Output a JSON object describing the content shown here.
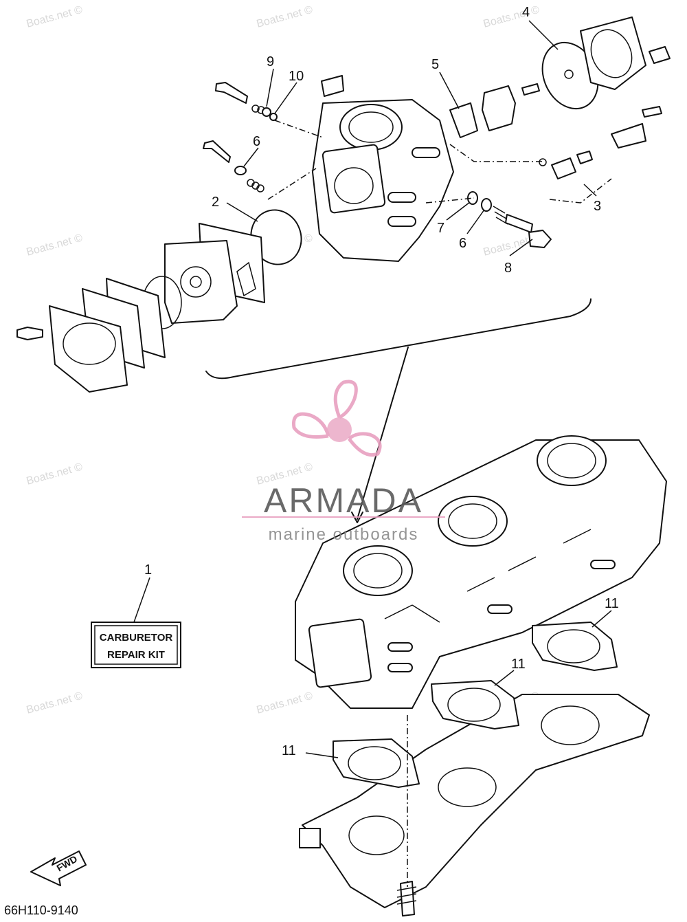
{
  "callouts": {
    "c1": "1",
    "c2": "2",
    "c3": "3",
    "c4": "4",
    "c5": "5",
    "c6a": "6",
    "c6b": "6",
    "c7": "7",
    "c8": "8",
    "c9": "9",
    "c10": "10",
    "c11a": "11",
    "c11b": "11",
    "c11c": "11"
  },
  "repair_kit": {
    "line1": "CARBURETOR",
    "line2": "REPAIR KIT"
  },
  "logo": {
    "name": "ARMADA",
    "tagline": "marine outboards"
  },
  "watermark": "Boats.net ©",
  "fwd_label": "FWD",
  "diagram_code": "66H110-9140",
  "colors": {
    "line": "#111111",
    "logo_pink": "#e8a0c0",
    "watermark": "#d9d9d9"
  }
}
